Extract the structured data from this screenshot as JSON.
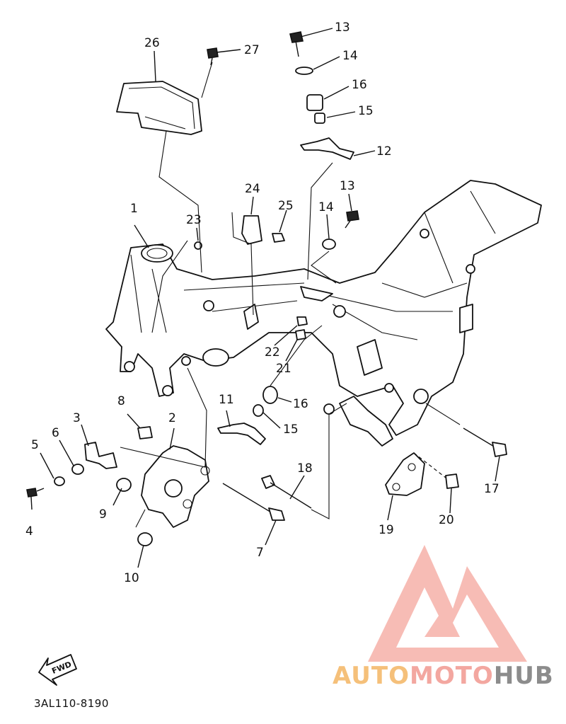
{
  "diagram": {
    "callouts": [
      "1",
      "2",
      "3",
      "4",
      "5",
      "6",
      "7",
      "8",
      "9",
      "10",
      "11",
      "12",
      "13",
      "13",
      "14",
      "14",
      "15",
      "15",
      "16",
      "16",
      "17",
      "18",
      "19",
      "20",
      "21",
      "22",
      "23",
      "24",
      "25",
      "26",
      "27"
    ],
    "fwd_label": "FWD",
    "drawing_code": "3AL110-8190"
  },
  "watermark": {
    "part1": "AUTO",
    "part2": "MOTO",
    "part3": "HUB",
    "colors": {
      "auto": "#f5c07a",
      "moto": "#f3a7a0",
      "hub": "#8c8c8c",
      "logo": "#f19a92"
    }
  }
}
